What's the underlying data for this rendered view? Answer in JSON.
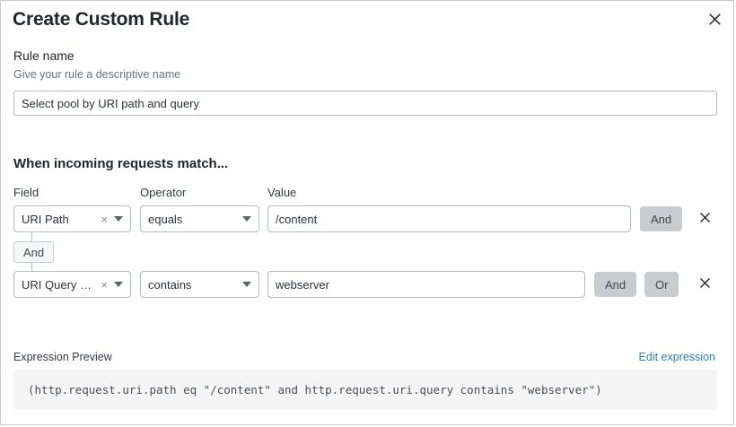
{
  "dialog": {
    "title": "Create Custom Rule",
    "close_icon": "close-icon"
  },
  "rule_name": {
    "label": "Rule name",
    "help": "Give your rule a descriptive name",
    "value": "Select pool by URI path and query",
    "placeholder": "Select pool by URI path and query"
  },
  "match": {
    "heading": "When incoming requests match...",
    "columns": {
      "field": "Field",
      "operator": "Operator",
      "value": "Value"
    },
    "connector": {
      "label": "And"
    },
    "rows": [
      {
        "field": "URI Path",
        "operator": "equals",
        "value": "/content",
        "clear_icon": "×",
        "buttons": [
          "And"
        ],
        "delete_icon": "close-icon"
      },
      {
        "field": "URI Query St...",
        "operator": "contains",
        "value": "webserver",
        "clear_icon": "×",
        "buttons": [
          "And",
          "Or"
        ],
        "delete_icon": "close-icon"
      }
    ]
  },
  "expression": {
    "label": "Expression Preview",
    "edit_link": "Edit expression",
    "code": "(http.request.uri.path eq \"/content\" and http.request.uri.query contains \"webserver\")"
  },
  "colors": {
    "link": "#2c7cb8",
    "chip_bg": "#c8ccce",
    "code_bg": "#f5f5f5",
    "border": "#b4b9bd"
  }
}
